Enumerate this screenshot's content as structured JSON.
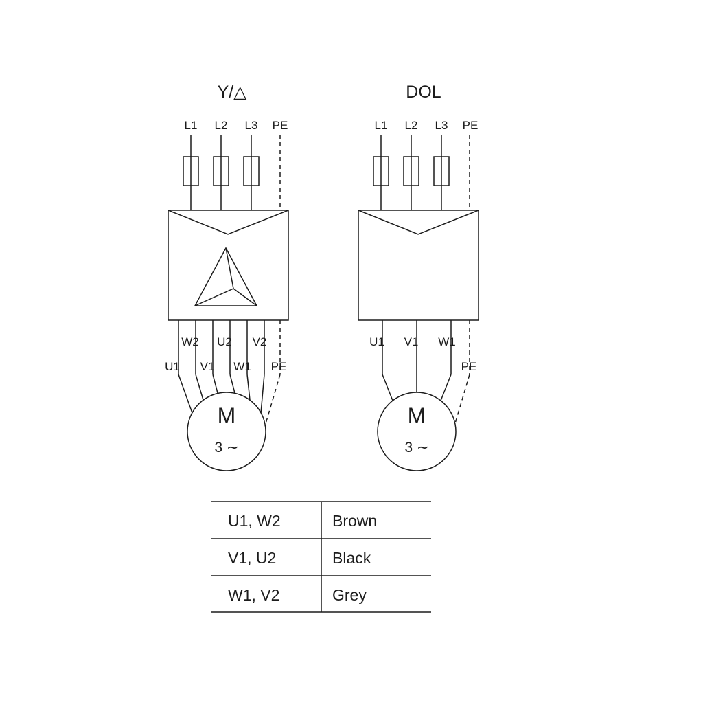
{
  "page": {
    "background": "#ffffff",
    "line_color": "#1c1c1c"
  },
  "left_diagram": {
    "title": "Y/△",
    "terminals": [
      "L1",
      "L2",
      "L3",
      "PE"
    ],
    "winding_labels_upper": [
      "W2",
      "U2",
      "V2"
    ],
    "winding_labels_lower": [
      "U1",
      "V1",
      "W1"
    ],
    "pe_bottom_label": "PE",
    "motor": {
      "symbol": "M",
      "phases": "3 ∼"
    }
  },
  "right_diagram": {
    "title": "DOL",
    "terminals": [
      "L1",
      "L2",
      "L3",
      "PE"
    ],
    "winding_labels": [
      "U1",
      "V1",
      "W1"
    ],
    "pe_bottom_label": "PE",
    "motor": {
      "symbol": "M",
      "phases": "3 ∼"
    }
  },
  "wire_color_table": {
    "rows": [
      {
        "terminals": "U1, W2",
        "color": "Brown"
      },
      {
        "terminals": "V1, U2",
        "color": "Black"
      },
      {
        "terminals": "W1, V2",
        "color": "Grey"
      }
    ]
  }
}
